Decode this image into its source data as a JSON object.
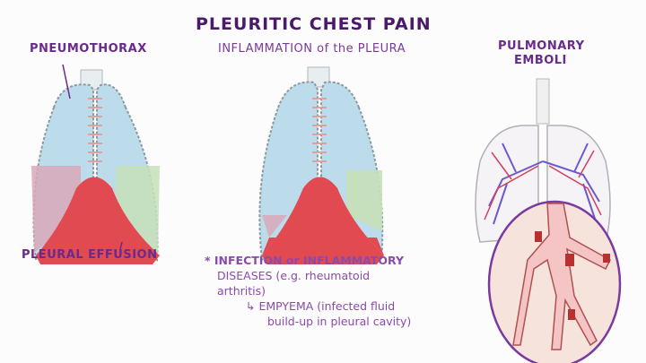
{
  "title": "PLEURITIC CHEST PAIN",
  "subtitle": "INFLAMMATION of the PLEURA",
  "left_panel": {
    "top_label": "PNEUMOTHORAX",
    "bottom_label": "PLEURAL EFFUSION"
  },
  "right_panel": {
    "label_line1": "PULMONARY",
    "label_line2": "EMBOLI"
  },
  "notes": {
    "bullet": "*",
    "line1": "INFECTION or INFLAMMATORY",
    "line2": "DISEASES (e.g. rheumatoid",
    "line3": "arthritis)",
    "arrow": "↳",
    "line4": "EMPYEMA (infected fluid",
    "line5": "build-up in pleural cavity)"
  },
  "colors": {
    "lung_blue": "#bcdcec",
    "diaphragm_red": "#e24a52",
    "effusion_pink": "#d9a8b8",
    "effusion_green": "#c6e0b8",
    "label_purple": "#6a2a8c",
    "embolus_red": "#b83030"
  }
}
